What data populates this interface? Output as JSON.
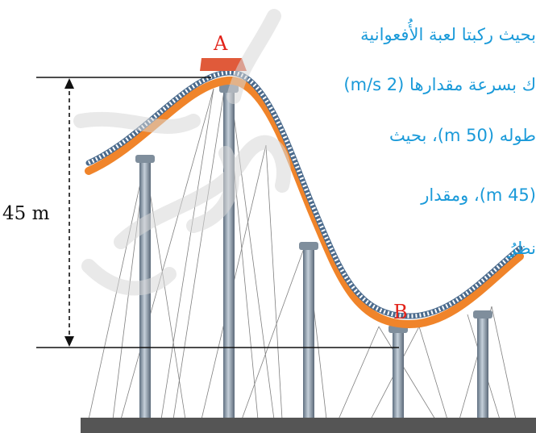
{
  "text_lines": [
    "بحيث ركبتا لعبة الأُفعوانية",
    "ك بسرعة مقدارها (2 m/s)",
    "طوله (50 m)، بحيث",
    "(45 m)، ومقدار",
    "نظرُ"
  ],
  "labels": {
    "point_a": "A",
    "point_b": "B",
    "height": "45 m"
  },
  "colors": {
    "text_blue": "#1a9ad9",
    "label_red": "#e2231a",
    "track_orange": "#f0842a",
    "rail_blue": "#4a6a8c",
    "pillar_steel": "#8a9aaa",
    "car_red": "#e05a3a",
    "ground": "#555555"
  }
}
